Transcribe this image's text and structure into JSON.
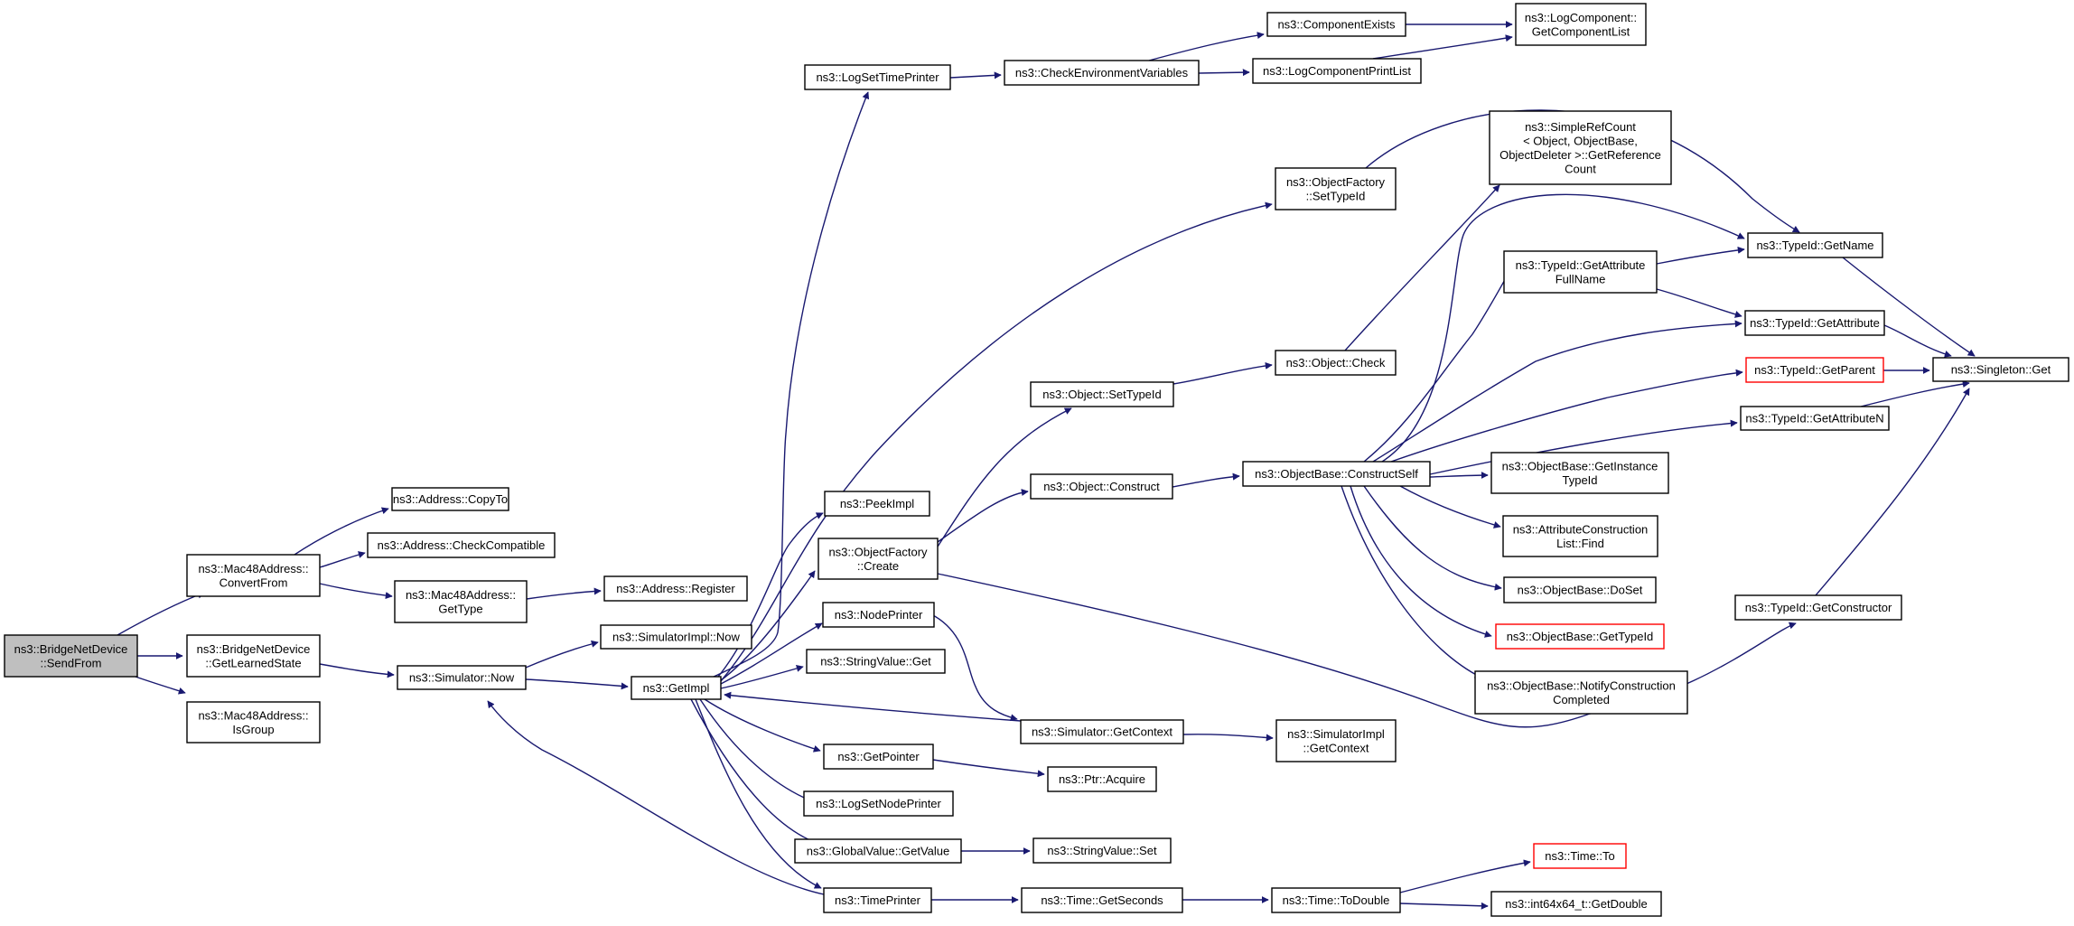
{
  "graph": {
    "edge_color": "#191970",
    "root_fill": "#bfbfbf",
    "truncated_border_color": "#ff0000",
    "nodes": [
      {
        "id": "sendfrom",
        "lines": [
          "ns3::BridgeNetDevice",
          "::SendFrom"
        ],
        "root": true
      },
      {
        "id": "convertfrom",
        "lines": [
          "ns3::Mac48Address::",
          "ConvertFrom"
        ]
      },
      {
        "id": "getlearned",
        "lines": [
          "ns3::BridgeNetDevice",
          "::GetLearnedState"
        ]
      },
      {
        "id": "isgroup",
        "lines": [
          "ns3::Mac48Address::",
          "IsGroup"
        ]
      },
      {
        "id": "copyto",
        "lines": [
          "ns3::Address::CopyTo"
        ]
      },
      {
        "id": "checkcompat",
        "lines": [
          "ns3::Address::CheckCompatible"
        ]
      },
      {
        "id": "mac48gettype",
        "lines": [
          "ns3::Mac48Address::",
          "GetType"
        ]
      },
      {
        "id": "register",
        "lines": [
          "ns3::Address::Register"
        ]
      },
      {
        "id": "simnow",
        "lines": [
          "ns3::Simulator::Now"
        ]
      },
      {
        "id": "simimplnow",
        "lines": [
          "ns3::SimulatorImpl::Now"
        ]
      },
      {
        "id": "getimpl",
        "lines": [
          "ns3::GetImpl"
        ]
      },
      {
        "id": "logsettimeprinter",
        "lines": [
          "ns3::LogSetTimePrinter"
        ]
      },
      {
        "id": "peekimpl",
        "lines": [
          "ns3::PeekImpl"
        ]
      },
      {
        "id": "ofcreate",
        "lines": [
          "ns3::ObjectFactory",
          "::Create"
        ]
      },
      {
        "id": "nodeprinter",
        "lines": [
          "ns3::NodePrinter"
        ]
      },
      {
        "id": "stringvalueget",
        "lines": [
          "ns3::StringValue::Get"
        ]
      },
      {
        "id": "getpointer",
        "lines": [
          "ns3::GetPointer"
        ]
      },
      {
        "id": "logsetnodeprinter",
        "lines": [
          "ns3::LogSetNodePrinter"
        ]
      },
      {
        "id": "gvgetvalue",
        "lines": [
          "ns3::GlobalValue::GetValue"
        ]
      },
      {
        "id": "timeprinter",
        "lines": [
          "ns3::TimePrinter"
        ]
      },
      {
        "id": "checkenv",
        "lines": [
          "ns3::CheckEnvironmentVariables"
        ]
      },
      {
        "id": "componentexists",
        "lines": [
          "ns3::ComponentExists"
        ]
      },
      {
        "id": "logcomponentprintlist",
        "lines": [
          "ns3::LogComponentPrintList"
        ]
      },
      {
        "id": "getcomponentlist",
        "lines": [
          "ns3::LogComponent::",
          "GetComponentList"
        ]
      },
      {
        "id": "ofsettypeid",
        "lines": [
          "ns3::ObjectFactory",
          "::SetTypeId"
        ]
      },
      {
        "id": "objsettypeid",
        "lines": [
          "ns3::Object::SetTypeId"
        ]
      },
      {
        "id": "objconstruct",
        "lines": [
          "ns3::Object::Construct"
        ]
      },
      {
        "id": "simgetcontext",
        "lines": [
          "ns3::Simulator::GetContext"
        ]
      },
      {
        "id": "ptracquire",
        "lines": [
          "ns3::Ptr::Acquire"
        ]
      },
      {
        "id": "stringvalueset",
        "lines": [
          "ns3::StringValue::Set"
        ]
      },
      {
        "id": "timegetseconds",
        "lines": [
          "ns3::Time::GetSeconds"
        ]
      },
      {
        "id": "objcheck",
        "lines": [
          "ns3::Object::Check"
        ]
      },
      {
        "id": "constructself",
        "lines": [
          "ns3::ObjectBase::ConstructSelf"
        ]
      },
      {
        "id": "simimplgetcontext",
        "lines": [
          "ns3::SimulatorImpl",
          "::GetContext"
        ]
      },
      {
        "id": "timetodouble",
        "lines": [
          "ns3::Time::ToDouble"
        ]
      },
      {
        "id": "simplerefcount",
        "lines": [
          "ns3::SimpleRefCount",
          "< Object, ObjectBase,",
          "ObjectDeleter >::GetReference",
          "Count"
        ]
      },
      {
        "id": "getattrfullname",
        "lines": [
          "ns3::TypeId::GetAttribute",
          "FullName"
        ]
      },
      {
        "id": "getinstancetypeid",
        "lines": [
          "ns3::ObjectBase::GetInstance",
          "TypeId"
        ]
      },
      {
        "id": "acfind",
        "lines": [
          "ns3::AttributeConstruction",
          "List::Find"
        ]
      },
      {
        "id": "doset",
        "lines": [
          "ns3::ObjectBase::DoSet"
        ]
      },
      {
        "id": "obgettypeid",
        "lines": [
          "ns3::ObjectBase::GetTypeId"
        ],
        "truncated": true
      },
      {
        "id": "notifyconstruction",
        "lines": [
          "ns3::ObjectBase::NotifyConstruction",
          "Completed"
        ]
      },
      {
        "id": "timeto",
        "lines": [
          "ns3::Time::To"
        ],
        "truncated": true
      },
      {
        "id": "int64getdouble",
        "lines": [
          "ns3::int64x64_t::GetDouble"
        ]
      },
      {
        "id": "getname",
        "lines": [
          "ns3::TypeId::GetName"
        ]
      },
      {
        "id": "getattribute",
        "lines": [
          "ns3::TypeId::GetAttribute"
        ]
      },
      {
        "id": "getparent",
        "lines": [
          "ns3::TypeId::GetParent"
        ],
        "truncated": true
      },
      {
        "id": "getattributen",
        "lines": [
          "ns3::TypeId::GetAttributeN"
        ]
      },
      {
        "id": "getconstructor",
        "lines": [
          "ns3::TypeId::GetConstructor"
        ]
      },
      {
        "id": "singletonget",
        "lines": [
          "ns3::Singleton::Get"
        ]
      }
    ]
  }
}
